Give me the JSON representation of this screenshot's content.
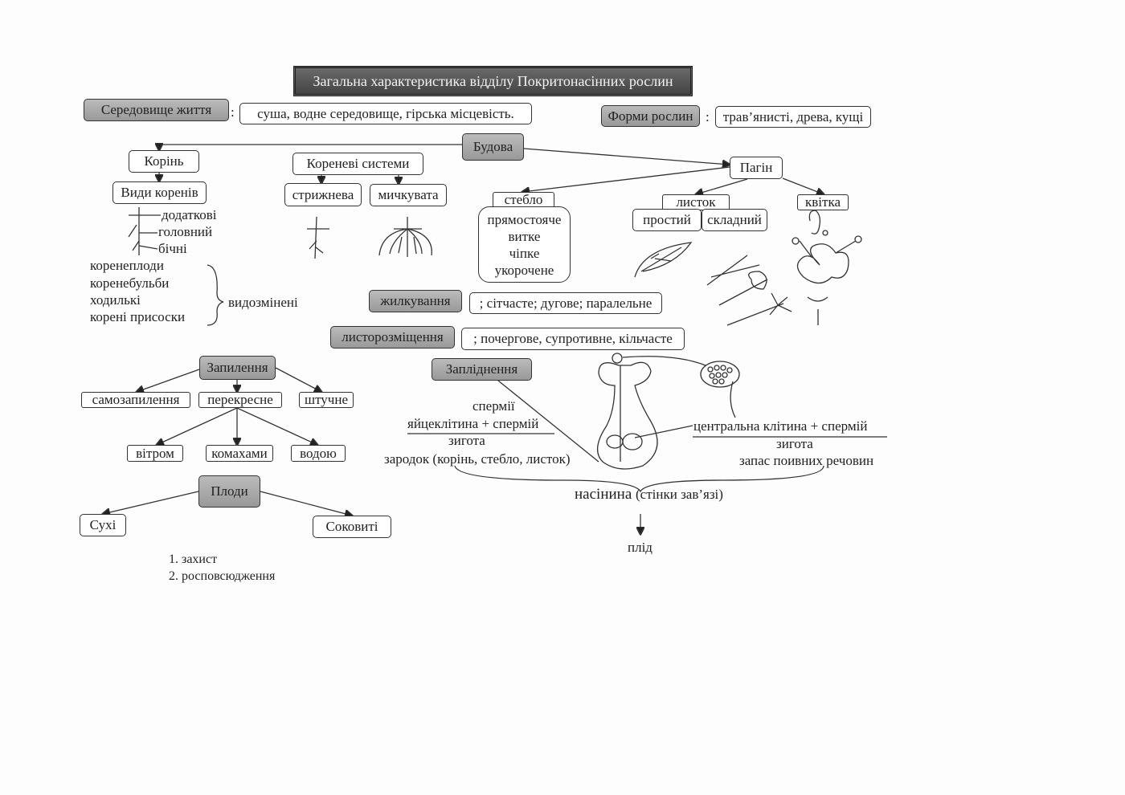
{
  "title": "Загальна характеристика відділу Покритонасінних рослин",
  "habitat": {
    "label": "Середовище життя",
    "colon": ":",
    "value": "суша, водне середовище, гірська місцевість."
  },
  "forms": {
    "label": "Форми рослин",
    "colon": ":",
    "value": "трав’янисті, древа, кущі"
  },
  "structure": "Будова",
  "root": {
    "label": "Корінь",
    "types": "Види коренів",
    "parts": [
      "додаткові",
      "головний",
      "бічні"
    ],
    "modified": [
      "коренеплоди",
      "коренебульби",
      "ходилькі",
      "корені присоски"
    ],
    "modified_label": "видозмінені"
  },
  "root_systems": {
    "label": "Кореневі системи",
    "items": [
      "стрижнева",
      "мичкувата"
    ]
  },
  "shoot": {
    "label": "Пагін",
    "stem": "стебло",
    "stem_types": [
      "прямостояче",
      "витке",
      "чіпке",
      "укорочене"
    ],
    "leaf": "листок",
    "leaf_types": [
      "простий",
      "складний"
    ],
    "flower": "квітка"
  },
  "venation": {
    "label": "жилкування",
    "value": "; сітчасте; дугове; паралельне"
  },
  "leaf_arrangement": {
    "label": "листорозміщення",
    "value": "; почергове, супротивне, кільчасте"
  },
  "pollination": {
    "label": "Запилення",
    "types": [
      "самозапилення",
      "перекресне",
      "штучне"
    ],
    "cross": [
      "вітром",
      "комахами",
      "водою"
    ]
  },
  "fruits": {
    "label": "Плоди",
    "types": [
      "Сухі",
      "Соковиті"
    ],
    "functions": [
      "1. захист",
      "2. росповсюдження"
    ]
  },
  "fertilization": {
    "label": "Запліднення",
    "sperm": "спермії",
    "left_eq": "яйцеклітина + спермій",
    "left_res": "зигота",
    "left_out": "зародок (корінь, стебло, листок)",
    "right_eq": "центральна клітина + спермій",
    "right_res": "зигота",
    "right_out": "запас поивних речовин",
    "seed": "насінина",
    "seed_note": "(стінки зав’язі)",
    "fruit": "плід"
  }
}
